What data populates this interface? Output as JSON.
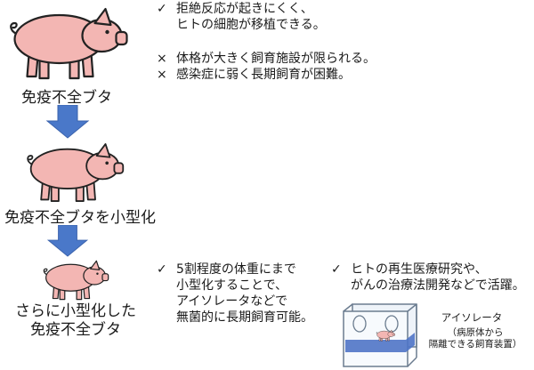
{
  "colors": {
    "pig_fill": "#f3b6b3",
    "pig_stroke": "#222222",
    "arrow": "#4a78c9",
    "isolator_water": "#4f74c7",
    "isolator_frame": "#6b7c8f"
  },
  "stages": [
    {
      "label": "免疫不全ブタ",
      "icon": "pig-icon"
    },
    {
      "label": "免疫不全ブタを小型化",
      "icon": "pig-icon"
    },
    {
      "label_lines": [
        "さらに小型化した",
        "免疫不全ブタ"
      ],
      "icon": "pig-icon"
    }
  ],
  "notes_top": {
    "check_mark": "✓",
    "cross_mark": "×",
    "advantage_lines": [
      "拒絶反応が起きにくく、",
      "ヒトの細胞が移植できる。"
    ],
    "drawbacks": [
      "体格が大きく飼育施設が限られる。",
      "感染症に弱く長期飼育が困難。"
    ]
  },
  "notes_bottom_left": {
    "check_mark": "✓",
    "lines": [
      "5割程度の体重にまで",
      "小型化することで、",
      "アイソレータなどで",
      "無菌的に長期飼育可能。"
    ]
  },
  "notes_bottom_right": {
    "check_mark": "✓",
    "lines": [
      "ヒトの再生医療研究や、",
      "がんの治療法開発などで活躍。"
    ]
  },
  "isolator": {
    "icon": "isolator-icon",
    "label": "アイソレータ",
    "caption_lines": [
      "（病原体から",
      "隔離できる飼育装置）"
    ]
  }
}
